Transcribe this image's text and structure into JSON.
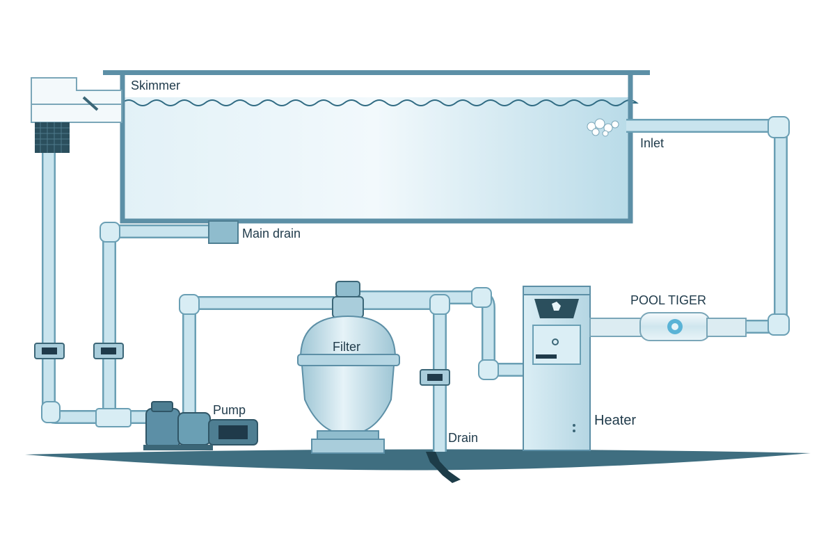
{
  "diagram": {
    "labels": {
      "skimmer": "Skimmer",
      "inlet": "Inlet",
      "main_drain": "Main drain",
      "pool_tiger": "POOL TIGER",
      "filter": "Filter",
      "pump": "Pump",
      "drain": "Drain",
      "heater": "Heater"
    },
    "colors": {
      "pipe": "#c9e4ee",
      "pipe_outline": "#6a9fb4",
      "water": "#cfe8f3",
      "pool_wall": "#5c8fa6",
      "ground": "#3f6e80",
      "equipment": "#a9cddb",
      "equipment_dark": "#3b6677",
      "text": "#1f3a4a"
    },
    "icons": [
      "valve-icon",
      "filter-tank-icon",
      "pump-icon",
      "heater-icon",
      "pool-tiger-device-icon",
      "skimmer-basket-icon"
    ]
  }
}
